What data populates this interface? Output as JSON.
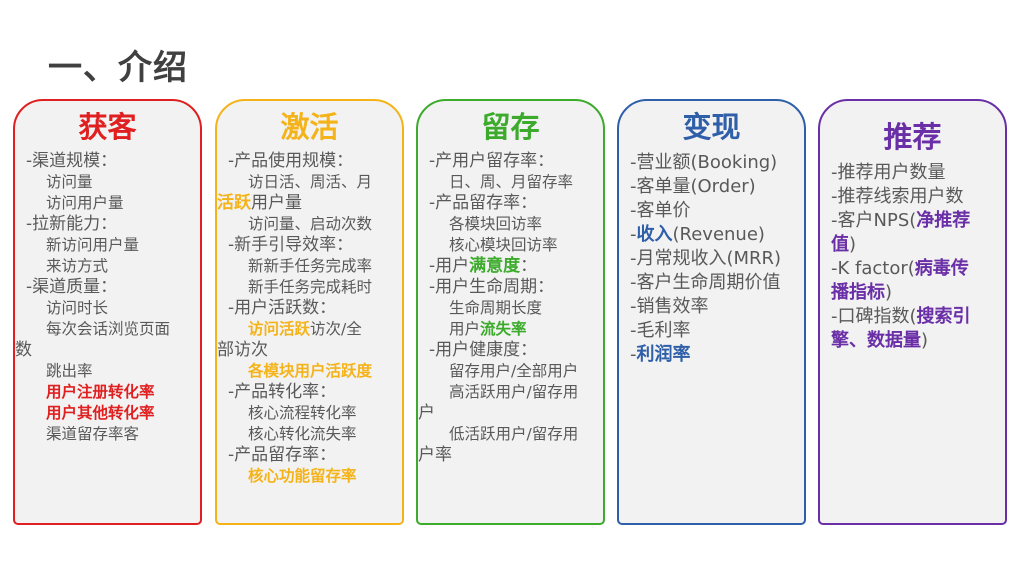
{
  "title": "一、介绍",
  "cards": [
    {
      "heading": "获客",
      "color": "#e02020",
      "lines": [
        {
          "t": "-渠道规模：",
          "lvl": 0
        },
        {
          "t": "访问量",
          "lvl": 1
        },
        {
          "t": "访问用户量",
          "lvl": 1
        },
        {
          "t": "-拉新能力：",
          "lvl": 0
        },
        {
          "t": "新访问用户量",
          "lvl": 1
        },
        {
          "t": "来访方式",
          "lvl": 1
        },
        {
          "t": "-渠道质量：",
          "lvl": 0
        },
        {
          "t": "访问时长",
          "lvl": 1
        },
        {
          "t": "每次会话浏览页面",
          "lvl": 1
        },
        {
          "t": "数",
          "lvl": 0,
          "flush": true
        },
        {
          "t": "跳出率",
          "lvl": 1
        },
        {
          "t": "用户注册转化率",
          "lvl": 1,
          "hl": true
        },
        {
          "t": "用户其他转化率",
          "lvl": 1,
          "hl": true
        },
        {
          "t": "渠道留存率客",
          "lvl": 1
        }
      ]
    },
    {
      "heading": "激活",
      "color": "#f5b31a",
      "lines": [
        {
          "t": "-产品使用规模：",
          "lvl": 0
        },
        {
          "t": "访日活、周活、月",
          "lvl": 1
        },
        {
          "segs": [
            {
              "t": "活跃",
              "hl": true
            },
            {
              "t": "用户量"
            }
          ],
          "lvl": 0,
          "flush": true
        },
        {
          "t": "访问量、启动次数",
          "lvl": 1
        },
        {
          "t": "-新手引导效率：",
          "lvl": 0
        },
        {
          "t": "新新手任务完成率",
          "lvl": 1
        },
        {
          "t": "新手任务完成耗时",
          "lvl": 1
        },
        {
          "t": "-用户活跃数：",
          "lvl": 0
        },
        {
          "segs": [
            {
              "t": "访问活跃",
              "hl": true
            },
            {
              "t": "访次/全"
            }
          ],
          "lvl": 1
        },
        {
          "t": "部访次",
          "lvl": 0,
          "flush": true
        },
        {
          "t": "各模块用户活跃度",
          "lvl": 1,
          "hl": true
        },
        {
          "t": "-产品转化率：",
          "lvl": 0
        },
        {
          "t": "核心流程转化率",
          "lvl": 1
        },
        {
          "t": "核心转化流失率",
          "lvl": 1
        },
        {
          "t": "-产品留存率：",
          "lvl": 0
        },
        {
          "t": "核心功能留存率",
          "lvl": 1,
          "hl": true
        }
      ]
    },
    {
      "heading": "留存",
      "color": "#3cab2c",
      "lines": [
        {
          "t": "-产用户留存率：",
          "lvl": 0
        },
        {
          "t": "日、周、月留存率",
          "lvl": 1
        },
        {
          "t": "-产品留存率：",
          "lvl": 0
        },
        {
          "t": "各模块回访率",
          "lvl": 1
        },
        {
          "t": "核心模块回访率",
          "lvl": 1
        },
        {
          "segs": [
            {
              "t": "-用户"
            },
            {
              "t": "满意度",
              "hl": true
            },
            {
              "t": "："
            }
          ],
          "lvl": 0
        },
        {
          "t": "-用户生命周期：",
          "lvl": 0
        },
        {
          "t": "生命周期长度",
          "lvl": 1
        },
        {
          "segs": [
            {
              "t": "用户"
            },
            {
              "t": "流失率",
              "hl": true
            }
          ],
          "lvl": 1
        },
        {
          "t": "-用户健康度：",
          "lvl": 0
        },
        {
          "t": "留存用户/全部用户",
          "lvl": 1
        },
        {
          "t": "高活跃用户/留存用",
          "lvl": 1
        },
        {
          "t": "户",
          "lvl": 0,
          "flush": true
        },
        {
          "t": "低活跃用户/留存用",
          "lvl": 1
        },
        {
          "t": "户率",
          "lvl": 0,
          "flush": true
        }
      ]
    },
    {
      "heading": "变现",
      "color": "#2e5fa8",
      "lines": [
        {
          "t": "-营业额(Booking)",
          "lvl": 0
        },
        {
          "t": "-客单量(Order)",
          "lvl": 0
        },
        {
          "t": "-客单价",
          "lvl": 0
        },
        {
          "segs": [
            {
              "t": "-"
            },
            {
              "t": "收入",
              "hl": true
            },
            {
              "t": "(Revenue)"
            }
          ],
          "lvl": 0
        },
        {
          "t": "-月常规收入(MRR)",
          "lvl": 0
        },
        {
          "t": "-客户生命周期价值",
          "lvl": 0
        },
        {
          "t": "-销售效率",
          "lvl": 0
        },
        {
          "t": "-毛利率",
          "lvl": 0
        },
        {
          "segs": [
            {
              "t": "-"
            },
            {
              "t": "利润率",
              "hl": true
            }
          ],
          "lvl": 0
        }
      ]
    },
    {
      "heading": "推荐",
      "color": "#6a2fa6",
      "lines": [
        {
          "t": "-推荐用户数量",
          "lvl": 0
        },
        {
          "t": "-推荐线索用户数",
          "lvl": 0
        },
        {
          "segs": [
            {
              "t": "-客户NPS("
            },
            {
              "t": "净推荐",
              "hl": true
            }
          ],
          "lvl": 0
        },
        {
          "segs": [
            {
              "t": "值",
              "hl": true
            },
            {
              "t": ")"
            }
          ],
          "lvl": 0
        },
        {
          "segs": [
            {
              "t": "-K factor("
            },
            {
              "t": "病毒传",
              "hl": true
            }
          ],
          "lvl": 0
        },
        {
          "segs": [
            {
              "t": "播指标",
              "hl": true
            },
            {
              "t": ")"
            }
          ],
          "lvl": 0
        },
        {
          "segs": [
            {
              "t": "-口碑指数("
            },
            {
              "t": "搜索引",
              "hl": true
            }
          ],
          "lvl": 0
        },
        {
          "segs": [
            {
              "t": "擎、数据量",
              "hl": true
            },
            {
              "t": ")"
            }
          ],
          "lvl": 0
        }
      ]
    }
  ]
}
